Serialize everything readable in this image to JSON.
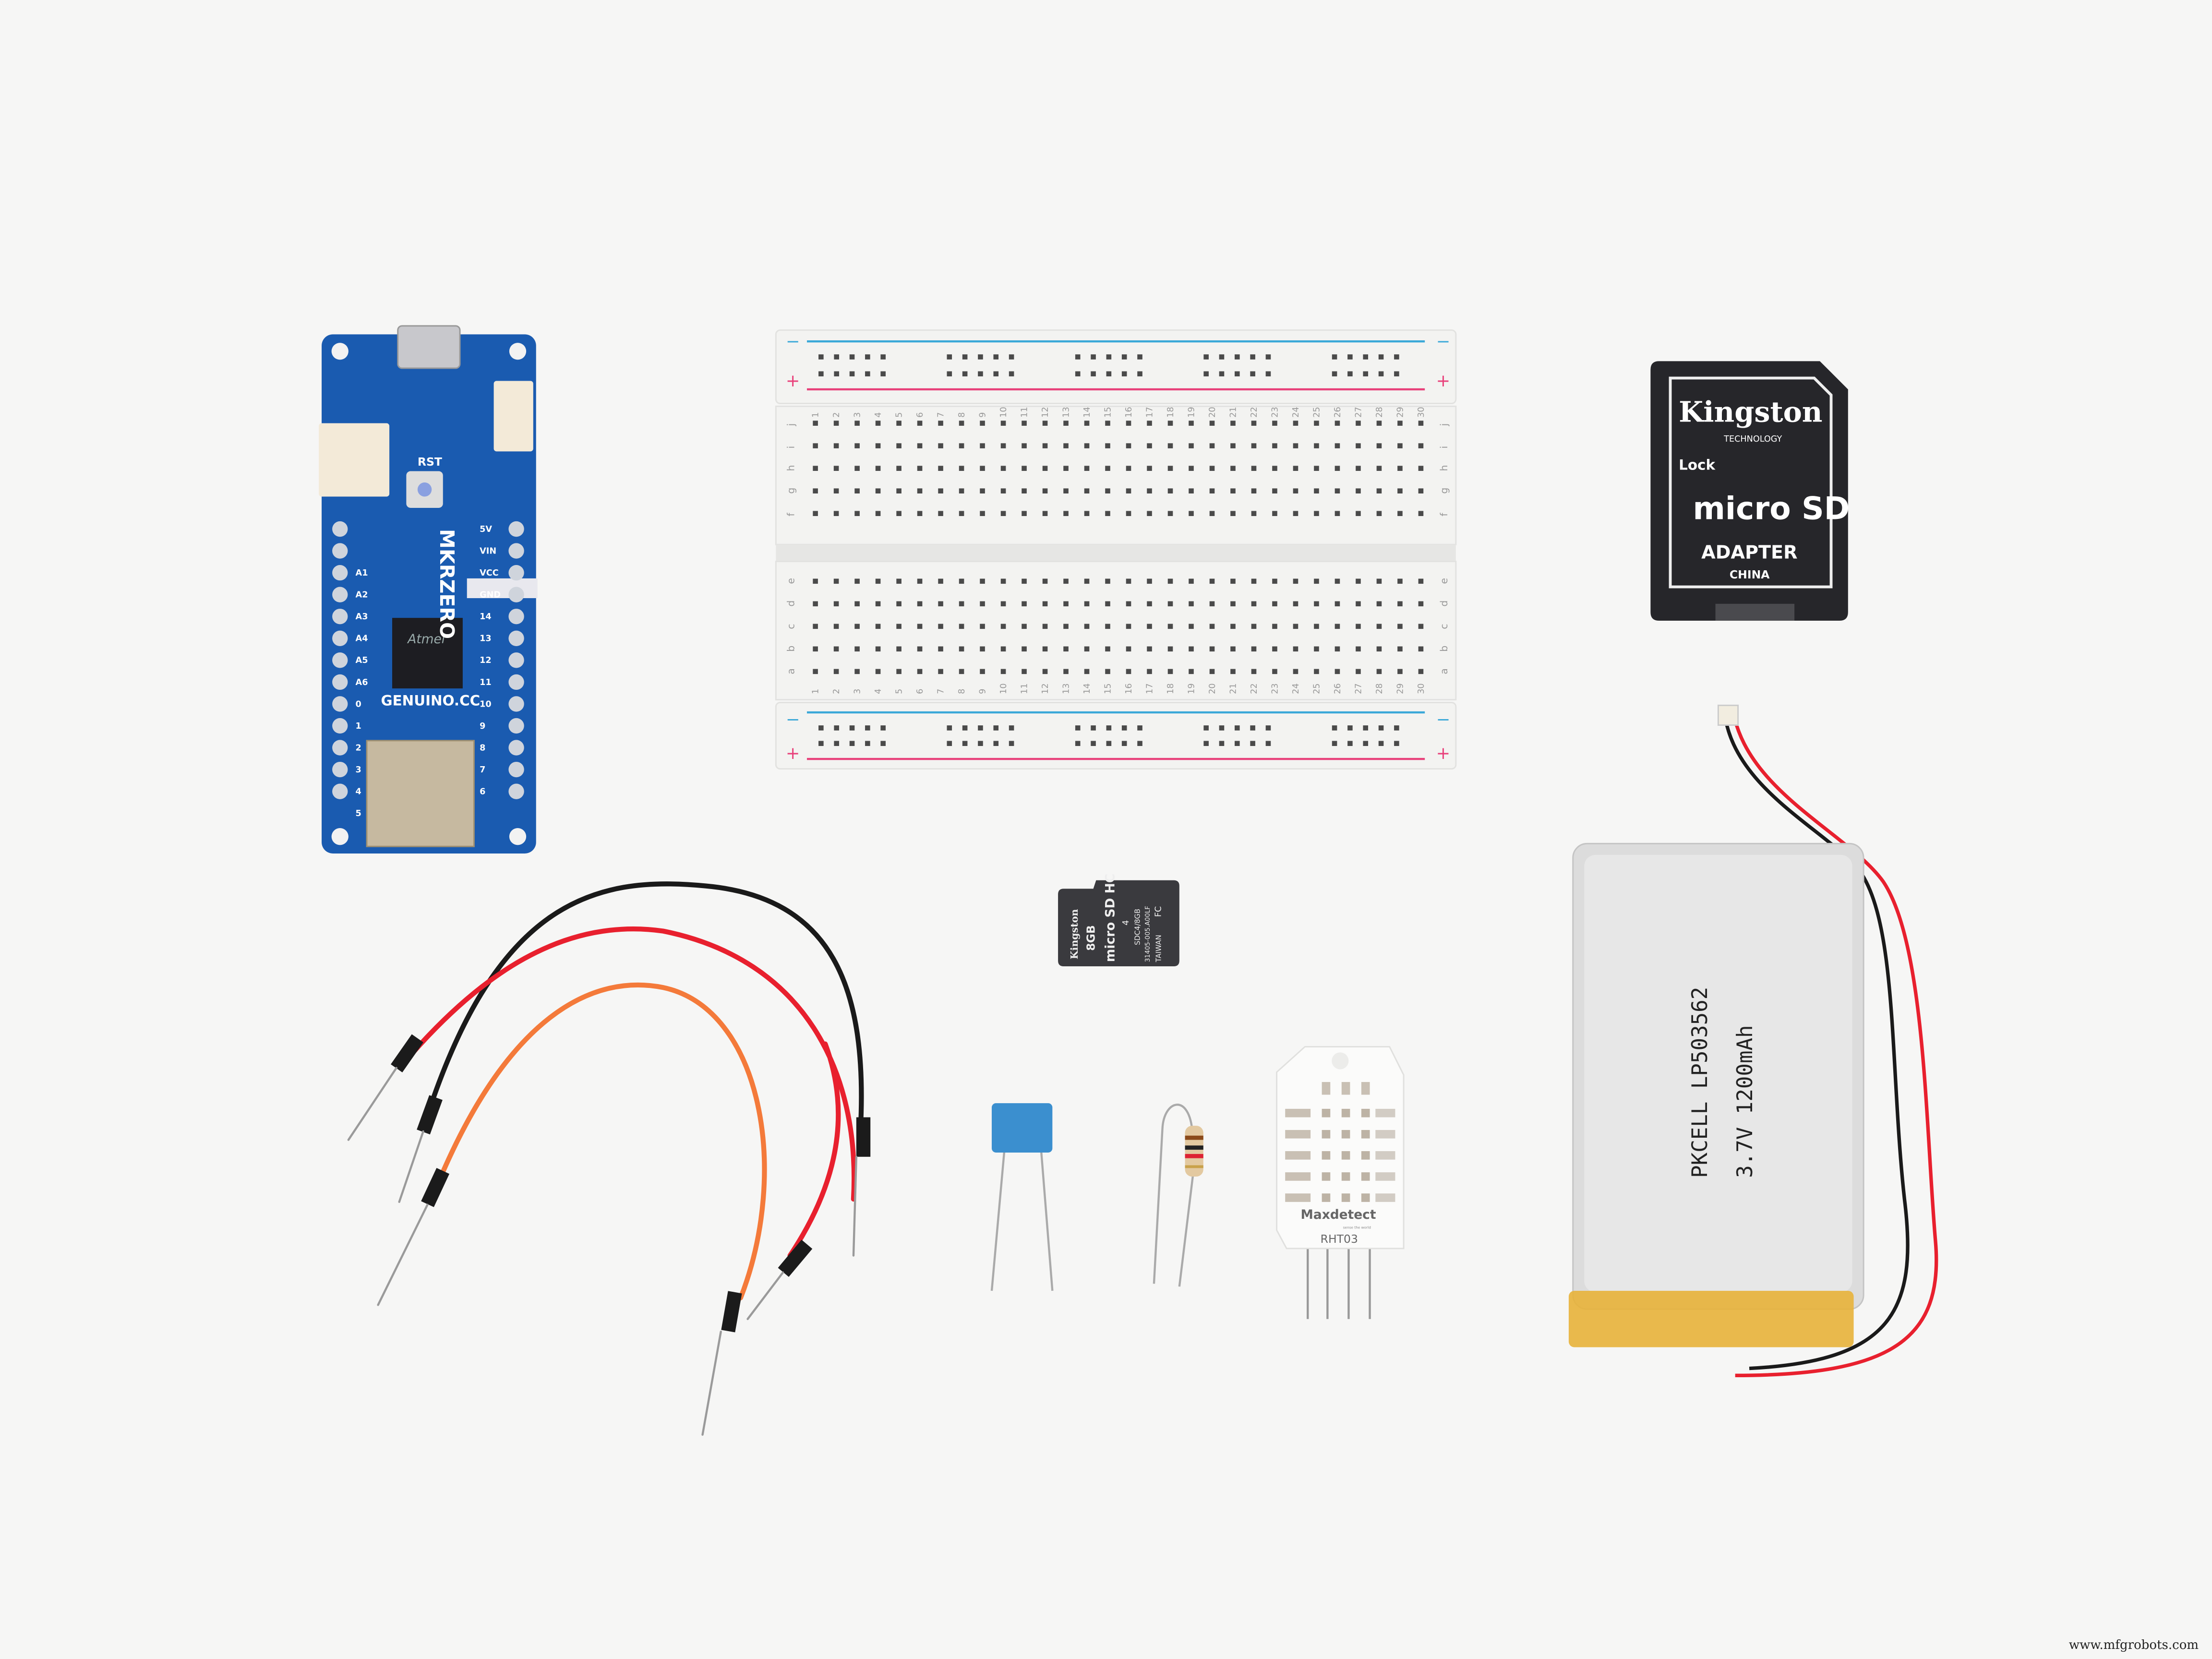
{
  "background_color": "#f6f6f5",
  "watermark": "www.mfgrobots.com",
  "arduino": {
    "board_color": "#1a5bb0",
    "model": "MKRZERO",
    "site": "GENUINO.CC",
    "chip_brand": "Atmel",
    "reset_label": "RST",
    "right_pins": [
      "5V",
      "VIN",
      "VCC",
      "GND",
      "14",
      "13",
      "12",
      "11",
      "10",
      "9",
      "8",
      "7",
      "6"
    ],
    "left_pins": [
      "A1",
      "A2",
      "A3",
      "A4",
      "A5",
      "A6",
      "0",
      "1",
      "2",
      "3",
      "4",
      "5"
    ]
  },
  "breadboard": {
    "rail_plus_color": "#e8407a",
    "rail_minus_color": "#3aa8d8",
    "columns": [
      "1",
      "2",
      "3",
      "4",
      "5",
      "6",
      "7",
      "8",
      "9",
      "10",
      "11",
      "12",
      "13",
      "14",
      "15",
      "16",
      "17",
      "18",
      "19",
      "20",
      "21",
      "22",
      "23",
      "24",
      "25",
      "26",
      "27",
      "28",
      "29",
      "30"
    ],
    "top_rows": [
      "j",
      "i",
      "h",
      "g",
      "f"
    ],
    "bottom_rows": [
      "e",
      "d",
      "c",
      "b",
      "a"
    ],
    "plus_sign": "+",
    "minus_sign": "−"
  },
  "sd_adapter": {
    "brand": "Kingston",
    "sub_brand": "TECHNOLOGY",
    "lock": "Lock",
    "logo": "micro SD",
    "label": "ADAPTER",
    "origin": "CHINA"
  },
  "microsd_card": {
    "brand": "Kingston",
    "capacity": "8GB",
    "logo": "micro SD HC",
    "class": "4",
    "model": "SDC4/8GB",
    "code": "31405-005.A00LF",
    "origin": "TAIWAN",
    "mark": "FC"
  },
  "battery": {
    "line1": "PKCELL LP503562",
    "line2": "3.7V 1200mAh"
  },
  "sensor": {
    "brand": "Maxdetect",
    "tagline": "sense the world",
    "model": "RHT03"
  },
  "wire_colors": {
    "red": "#e8202e",
    "black": "#1a1a1a",
    "orange": "#f47a3a"
  }
}
